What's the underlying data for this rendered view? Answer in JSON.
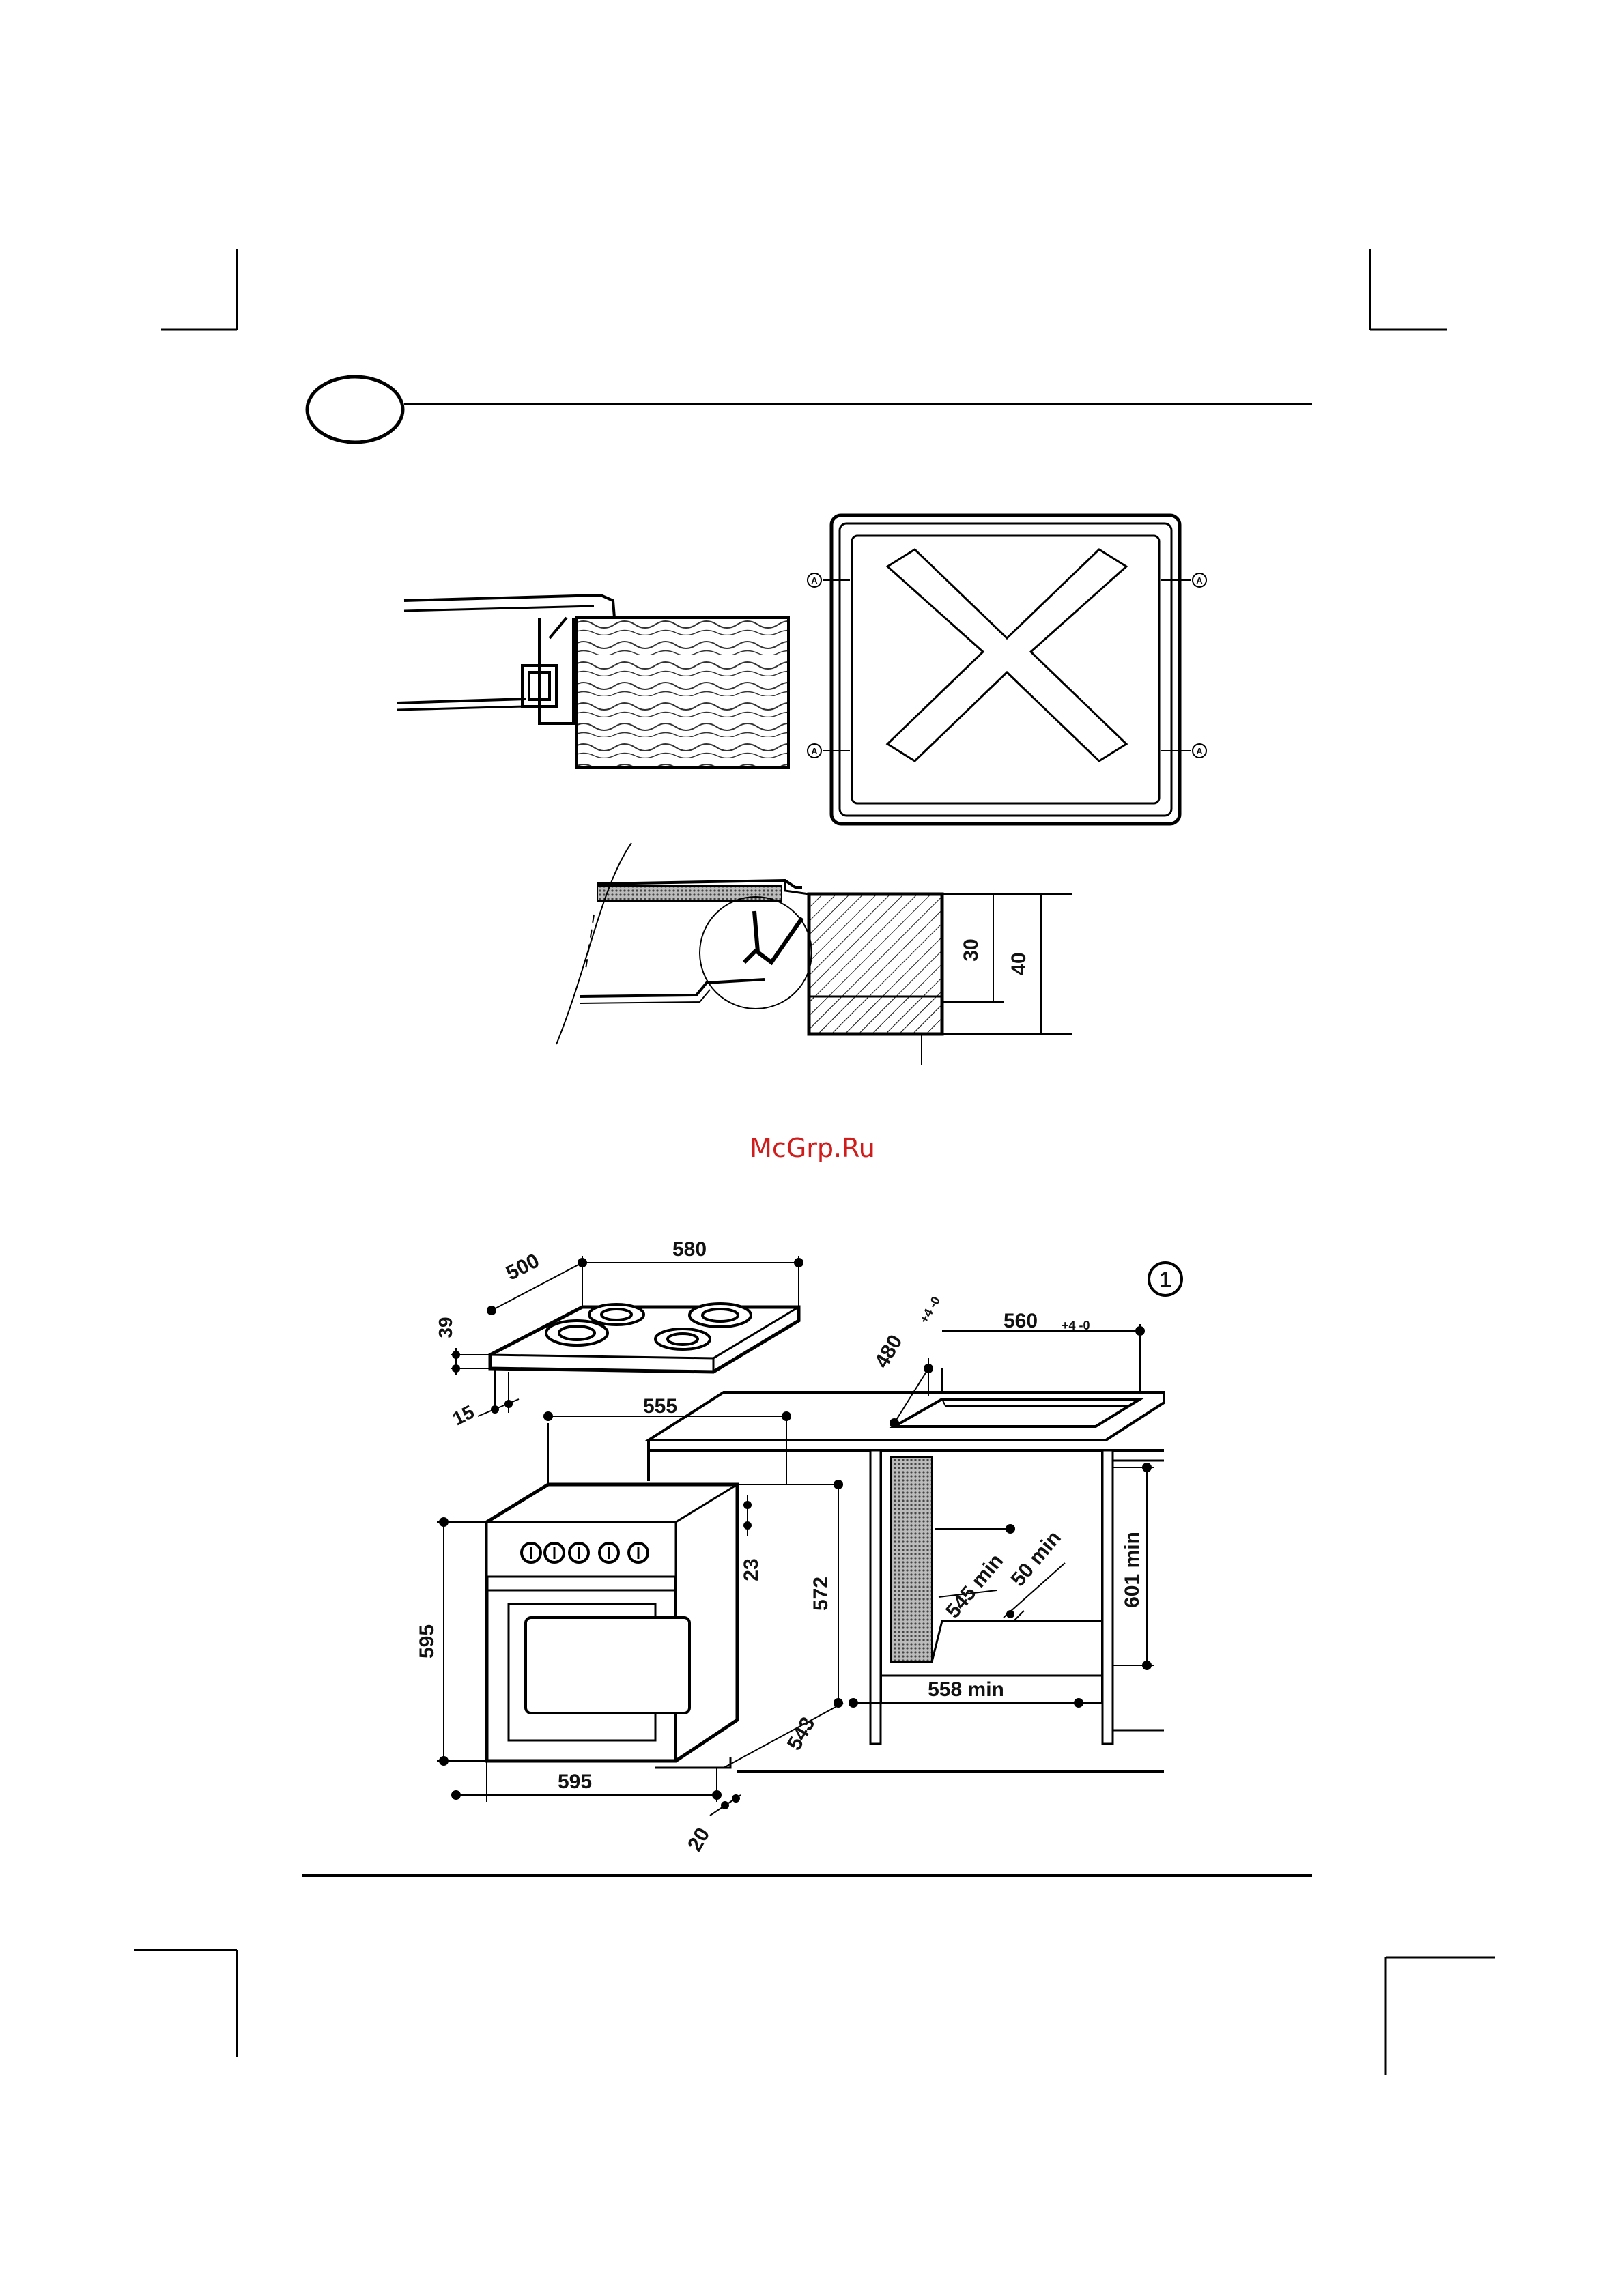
{
  "watermark": "McGrp.Ru",
  "figure_number": "1",
  "mounting_detail": {
    "clip_marker": "A",
    "dim_30": "30",
    "dim_40": "40"
  },
  "dimensions": {
    "hob_depth": "500",
    "hob_width": "580",
    "hob_height": "39",
    "hob_offset": "15",
    "cutout_depth": "480",
    "cutout_depth_tol": "+4 -0",
    "cutout_width": "560",
    "cutout_width_tol": "+4 -0",
    "oven_depth_top": "555",
    "oven_panel": "23",
    "oven_depth_side": "572",
    "oven_height": "595",
    "oven_width": "595",
    "oven_depth_bottom": "543",
    "oven_door": "20",
    "niche_depth": "545 min",
    "vent_gap": "50 min",
    "niche_height": "601 min",
    "niche_width": "558 min"
  }
}
